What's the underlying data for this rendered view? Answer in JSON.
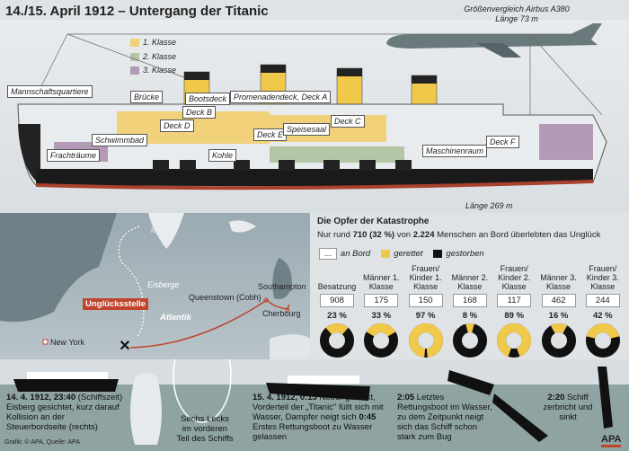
{
  "title": "14./15. April 1912 – Untergang der Titanic",
  "airbus": {
    "line1": "Größenvergleich Airbus A380",
    "line2": "Länge 73 m"
  },
  "legend_classes": [
    {
      "label": "1. Klasse",
      "color": "#f1d27b"
    },
    {
      "label": "2. Klasse",
      "color": "#b3c6a6"
    },
    {
      "label": "3. Klasse",
      "color": "#b39ab7"
    }
  ],
  "ship_labels": {
    "mannschaft": "Mannschaftsquartiere",
    "bruecke": "Brücke",
    "bootsdeck": "Bootsdeck",
    "promenade": "Promenadendeck, Deck A",
    "deckb": "Deck B",
    "deckd": "Deck D",
    "schwimmbad": "Schwimmbad",
    "frachtraeume": "Frachträume",
    "kohle": "Kohle",
    "decke": "Deck E",
    "speisesaal": "Speisesaal",
    "deckc": "Deck C",
    "maschinenraum": "Maschinenraum",
    "deckf": "Deck F"
  },
  "length": "Länge 269 m",
  "map": {
    "groenland": "Grön-\nland",
    "eisberge": "Eisberge",
    "atlantik": "Atlantik",
    "site": "Unglücksstelle",
    "newyork": "New York",
    "queenstown": "Queenstown (Cobh)",
    "southampton": "Southampton",
    "cherbourg": "Cherbourg"
  },
  "victims": {
    "heading": "Die Opfer der Katastrophe",
    "sub_pre": "Nur rund ",
    "sub_b1": "710 (32 %)",
    "sub_mid": " von ",
    "sub_b2": "2.224",
    "sub_post": " Menschen an Bord überlebten das Unglück",
    "legend_onboard_box": "...",
    "legend_onboard": "an Bord",
    "legend_saved": "gerettet",
    "legend_dead": "gestorben",
    "colors": {
      "saved": "#f0c84a",
      "dead": "#111111"
    }
  },
  "chart_data": {
    "type": "pie",
    "title": "Die Opfer der Katastrophe",
    "categories": [
      "Besatzung",
      "Männer 1. Klasse",
      "Frauen/ Kinder 1. Klasse",
      "Männer 2. Klasse",
      "Frauen/ Kinder 2. Klasse",
      "Männer 3. Klasse",
      "Frauen/ Kinder 3. Klasse"
    ],
    "onboard": [
      908,
      175,
      150,
      168,
      117,
      462,
      244
    ],
    "saved_pct": [
      23,
      33,
      97,
      8,
      89,
      16,
      42
    ],
    "dead_pct": [
      77,
      67,
      3,
      92,
      11,
      84,
      58
    ],
    "saved_label": [
      "23 %",
      "33 %",
      "97 %",
      "8 %",
      "89 %",
      "16 %",
      "42 %"
    ],
    "dead_label": [
      "77 %",
      "67 %",
      "3 %",
      "92 %",
      "11 %",
      "84 %",
      "58 %"
    ],
    "onboard_label": [
      "908",
      "175",
      "150",
      "168",
      "117",
      "462",
      "244"
    ]
  },
  "timeline": {
    "t1_b": "14. 4. 1912, 23:40",
    "t1_r": " (Schiffszeit) Eisberg gesichtet, kurz darauf Kollision an der Steuerbordseite (rechts)",
    "t2": "Sechs Lecks im vorderen Teil des Schiffs",
    "t3_b": "15. 4. 1912, 0:15",
    "t3_r": " Notruf gefunkt, Vorderteil der „Titanic\" füllt sich mit Wasser, Dampfer neigt sich ",
    "t3_b2": "0:45",
    "t3_r2": " Erstes Rettungsboot zu Wasser gelassen",
    "t4_b": "2:05",
    "t4_r": " Letztes Rettungsboot im Wasser, zu dem Zeitpunkt neigt sich das Schiff schon stark zum Bug",
    "t5_b": "2:20",
    "t5_r": " Schiff zerbricht und sinkt"
  },
  "credit": "Grafik: © APA, Quelle: APA",
  "logo": "APA"
}
